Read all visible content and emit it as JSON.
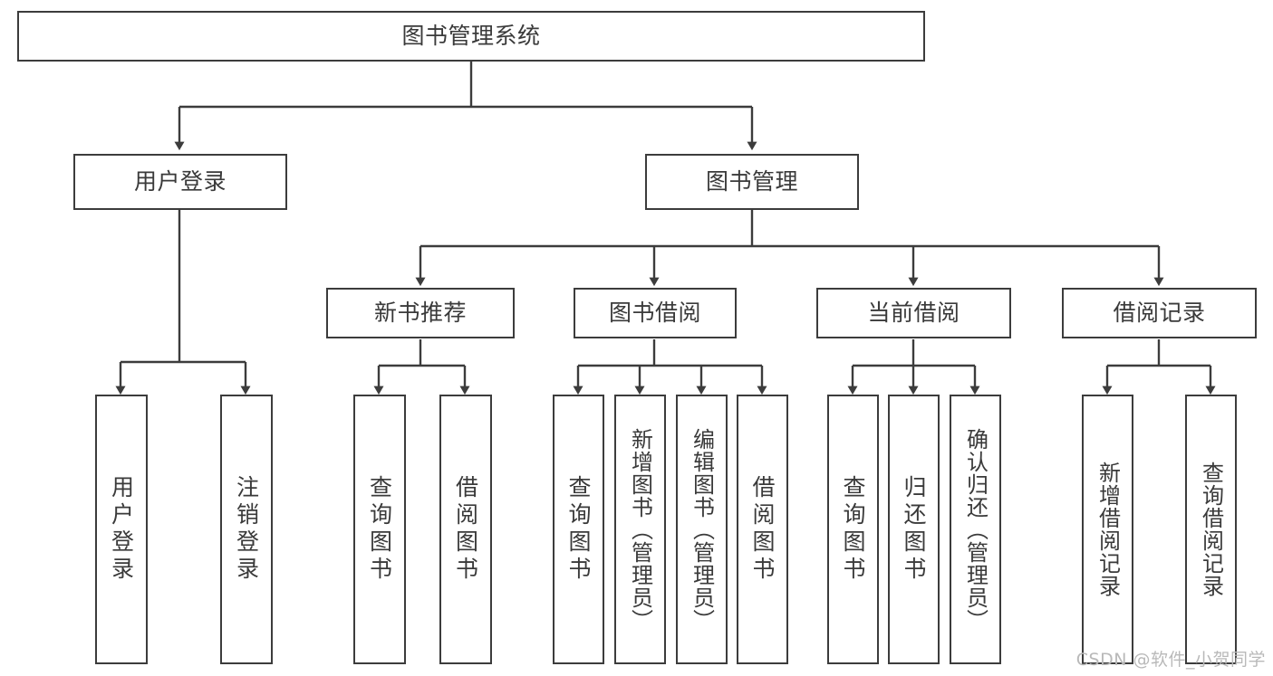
{
  "diagram": {
    "title": "图书管理系统",
    "watermark": "CSDN @软件_小贺同学",
    "colors": {
      "box_border": "#3c3c3c",
      "box_fill": "#ffffff",
      "connector": "#3c3c3c",
      "text": "#3a3a3a",
      "watermark": "#b9b9b9",
      "background": "#ffffff"
    },
    "nodes": {
      "root": "图书管理系统",
      "level2": [
        "用户登录",
        "图书管理"
      ],
      "level3": [
        "新书推荐",
        "图书借阅",
        "当前借阅",
        "借阅记录"
      ],
      "leaves": {
        "user_login": [
          "用户登录",
          "注销登录"
        ],
        "new_book_recommend": [
          "查询图书",
          "借阅图书"
        ],
        "book_borrow": [
          "查询图书",
          "新增图书（管理员）",
          "编辑图书（管理员）",
          "借阅图书"
        ],
        "current_borrow": [
          "查询图书",
          "归还图书",
          "确认归还（管理员）"
        ],
        "borrow_record": [
          "新增借阅记录",
          "查询借阅记录"
        ]
      }
    }
  }
}
